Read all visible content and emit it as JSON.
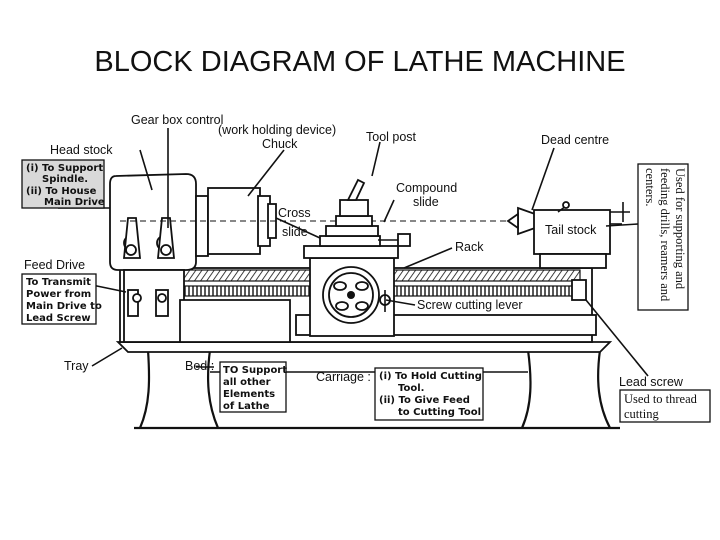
{
  "title": "BLOCK DIAGRAM OF LATHE MACHINE",
  "labels": {
    "gear_box_control": "Gear box control",
    "work_holding_device": "(work holding device)",
    "chuck": "Chuck",
    "tool_post": "Tool post",
    "dead_centre": "Dead centre",
    "head_stock": "Head stock",
    "compound": "Compound",
    "slide": "slide",
    "cross": "Cross",
    "cross_slide": "slide",
    "tail_stock": "Tail stock",
    "rack": "Rack",
    "feed_drive": "Feed Drive",
    "screw_cutting_lever": "Screw cutting lever",
    "tray": "Tray",
    "bed": "Bed :",
    "carriage": "Carriage :",
    "lead_screw": "Lead screw"
  },
  "notes": {
    "head_stock": [
      "(i) To Support",
      "Spindle.",
      "(ii) To House",
      "Main Drive"
    ],
    "feed_drive": [
      "To Transmit",
      "Power from",
      "Main Drive to",
      "Lead Screw"
    ],
    "bed": [
      "TO Support",
      "all other",
      "Elements",
      "of Lathe"
    ],
    "carriage": [
      "(i) To Hold Cutting",
      "Tool.",
      "(ii) To Give Feed",
      "to Cutting Tool"
    ],
    "tail_stock": [
      "Used for supporting and",
      "feeding drills, reamers and",
      "centers."
    ],
    "lead_screw": [
      "Used to thread",
      "cutting"
    ]
  }
}
